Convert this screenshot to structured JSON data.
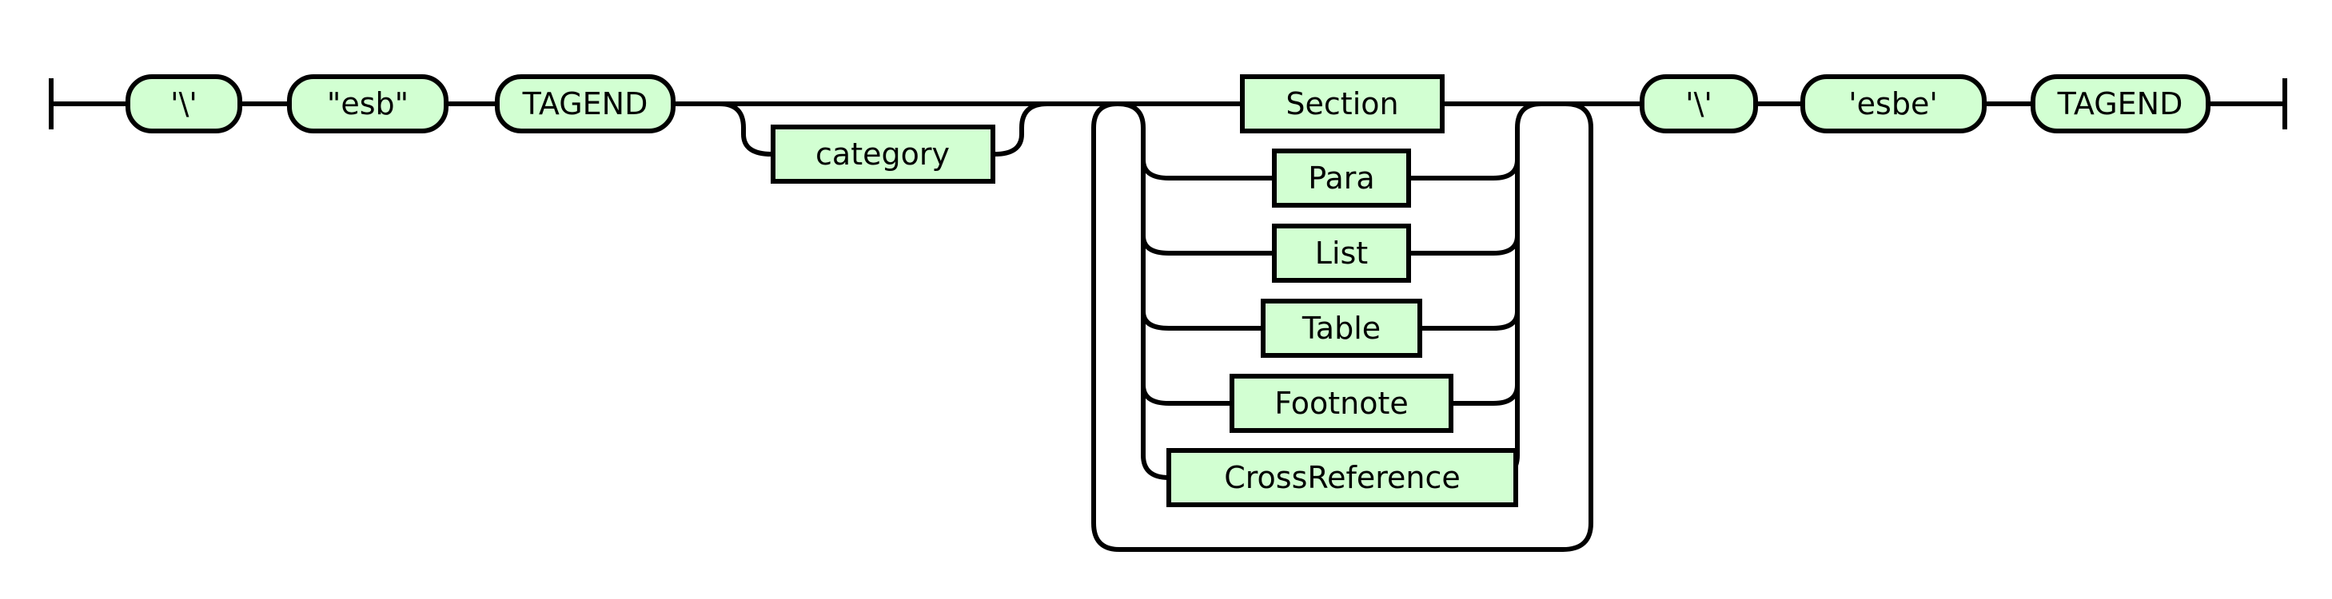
{
  "diagram": {
    "leading_terminals": [
      "'\\'",
      "\"esb\"",
      "TAGEND"
    ],
    "optional_item": "category",
    "choice_items": [
      "Section",
      "Para",
      "List",
      "Table",
      "Footnote",
      "CrossReference"
    ],
    "trailing_terminals": [
      "'\\'",
      "'esbe'",
      "TAGEND"
    ]
  },
  "colors": {
    "node_fill": "#d2ffd2",
    "stroke": "#000000",
    "background": "#ffffff"
  }
}
